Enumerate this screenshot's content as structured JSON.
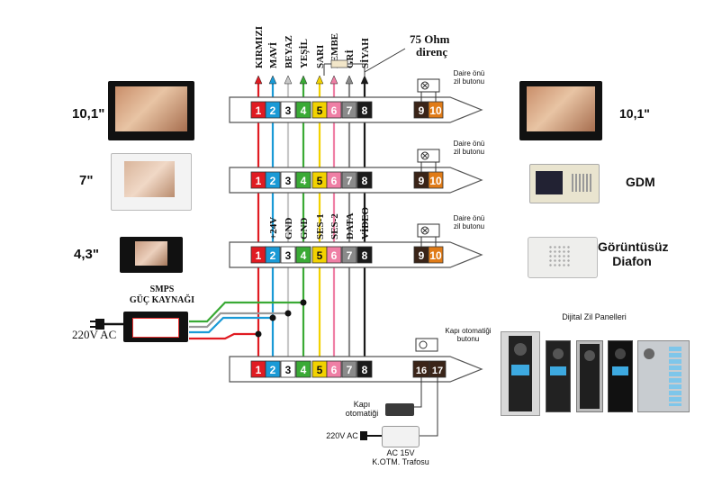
{
  "wire_labels": [
    "KIRMIZI",
    "MAVİ",
    "BEYAZ",
    "YEŞİL",
    "SARI",
    "PEMBE",
    "GRİ",
    "SİYAH"
  ],
  "signal_labels": [
    "+24V",
    "GND",
    "GND",
    "SES-1",
    "SES-2",
    "DATA",
    "VİDEO"
  ],
  "terminal_numbers": [
    "1",
    "2",
    "3",
    "4",
    "5",
    "6",
    "7",
    "8"
  ],
  "wire_colors": [
    "#e01b22",
    "#1a9ad6",
    "#c8c8c8",
    "#3aaa35",
    "#f2d200",
    "#ef7fa5",
    "#8a8a8a",
    "#1a1a1a"
  ],
  "resistor": {
    "line1": "75 Ohm",
    "line2": "direnç"
  },
  "bell_button_label": [
    "Daire önü",
    "zil butonu"
  ],
  "bell_terminals": [
    "9",
    "10"
  ],
  "door_button_label": [
    "Kapı otomatiği",
    "butonu"
  ],
  "door_terminals": [
    "16",
    "17"
  ],
  "left_monitors": [
    "10,1\"",
    "7\"",
    "4,3\""
  ],
  "right_devices": [
    "10,1\"",
    "GDM",
    "Görüntüsüz",
    "Diafon"
  ],
  "psu": {
    "line1": "SMPS",
    "line2": "GÜÇ KAYNAĞI",
    "ac": "220V AC"
  },
  "door_lock": {
    "line1": "Kapı",
    "line2": "otomatiği"
  },
  "transformer": {
    "ac_in": "220V AC",
    "line1": "AC 15V",
    "line2": "K.OTM. Trafosu"
  },
  "panels_title": "Dijital Zil Panelleri",
  "terminal_fill_extra": "#8b4513",
  "terminal_10_fill": "#e07b17"
}
